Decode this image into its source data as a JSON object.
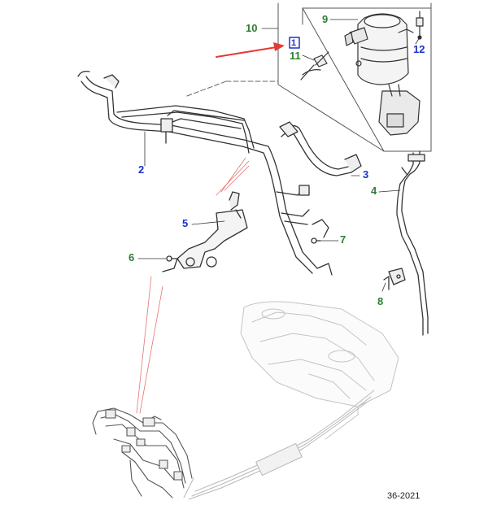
{
  "diagram": {
    "callouts": [
      {
        "id": "1",
        "label": "1",
        "color": "#1a33c9"
      },
      {
        "id": "2",
        "label": "2",
        "color": "#1a33c9"
      },
      {
        "id": "3",
        "label": "3",
        "color": "#1a33c9"
      },
      {
        "id": "4",
        "label": "4",
        "color": "#2e7d32"
      },
      {
        "id": "5",
        "label": "5",
        "color": "#1a33c9"
      },
      {
        "id": "6",
        "label": "6",
        "color": "#2e7d32"
      },
      {
        "id": "7",
        "label": "7",
        "color": "#2e7d32"
      },
      {
        "id": "8",
        "label": "8",
        "color": "#2e7d32"
      },
      {
        "id": "9",
        "label": "9",
        "color": "#2e7d32"
      },
      {
        "id": "10",
        "label": "10",
        "color": "#2e7d32"
      },
      {
        "id": "11",
        "label": "11",
        "color": "#2e7d32"
      },
      {
        "id": "12",
        "label": "12",
        "color": "#1a33c9"
      }
    ],
    "figure_code": "36-2021",
    "pointer_color": "#e53935",
    "highlight_color": "#1a33c9"
  }
}
